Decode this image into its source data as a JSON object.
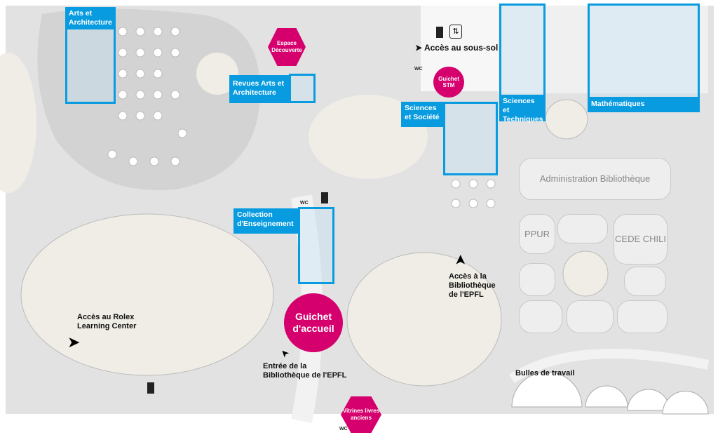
{
  "colors": {
    "section_blue": "#089be0",
    "service_magenta": "#d5006d",
    "floor": "#e2e2e2",
    "atrium": "#efede5"
  },
  "sections": [
    {
      "label": "Arts et Architecture"
    },
    {
      "label": "Revues Arts et Architecture"
    },
    {
      "label": "Sciences et Société"
    },
    {
      "label": "Sciences et Techniques"
    },
    {
      "label": "Mathématiques"
    },
    {
      "label": "Collection d'Enseignement"
    }
  ],
  "services": {
    "espace_decouverte": "Espace Découverte",
    "guichet_stm": "Guichet STM",
    "guichet_accueil": "Guichet d'accueil",
    "vitrines": "Vitrines livres anciens"
  },
  "rooms": {
    "admin": "Administration Bibliothèque",
    "ppur": "PPUR",
    "cede": "CEDE CHILI"
  },
  "labels": {
    "acces_sous_sol": "➤ Accès au sous-sol",
    "acces_rolex": "Accès au Rolex Learning Center",
    "acces_biblio": "Accès à la Bibliothèque de l'EPFL",
    "entree": "Entrée de la Bibliothèque de l'EPFL",
    "bulles": "Bulles de travail",
    "wc": "WC"
  },
  "icons": [
    "elevator-icon",
    "printer-icon",
    "arrow-icon",
    "staircase-icon"
  ]
}
